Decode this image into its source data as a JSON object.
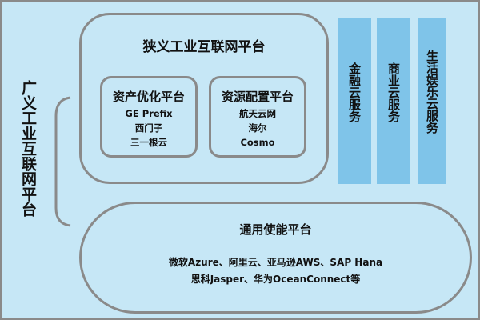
{
  "broad_platform": "广义工业互联网平台",
  "narrow_platform": {
    "title": "狭义工业互联网平台",
    "asset": {
      "title": "资产优化平台",
      "items": [
        "GE Prefix",
        "西门子",
        "三一根云"
      ]
    },
    "resource": {
      "title": "资源配置平台",
      "items": [
        "航天云网",
        "海尔",
        "Cosmo"
      ]
    }
  },
  "services": [
    "金融云服务",
    "商业云服务",
    "生活娱乐云服务"
  ],
  "common_platform": {
    "title": "通用使能平台",
    "line1": "微软Azure、阿里云、亚马逊AWS、SAP Hana",
    "line2": "思科Jasper、华为OceanConnect等"
  },
  "colors": {
    "background": "#c6e7f6",
    "service_column": "#7fc4e9",
    "border": "#8a8a8a"
  }
}
